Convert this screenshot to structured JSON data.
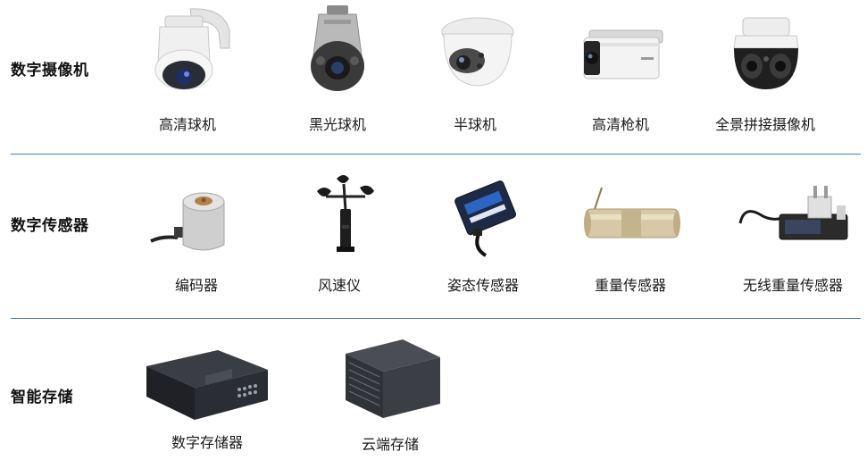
{
  "sections": [
    {
      "title": "数字摄像机",
      "items": [
        {
          "label": "高清球机",
          "icon": "dome-camera-icon"
        },
        {
          "label": "黑光球机",
          "icon": "ptz-camera-icon"
        },
        {
          "label": "半球机",
          "icon": "turret-camera-icon"
        },
        {
          "label": "高清枪机",
          "icon": "bullet-camera-icon"
        },
        {
          "label": "全景拼接摄像机",
          "icon": "panoramic-camera-icon"
        }
      ]
    },
    {
      "title": "数字传感器",
      "items": [
        {
          "label": "编码器",
          "icon": "encoder-icon"
        },
        {
          "label": "风速仪",
          "icon": "anemometer-icon"
        },
        {
          "label": "姿态传感器",
          "icon": "attitude-sensor-icon"
        },
        {
          "label": "重量传感器",
          "icon": "load-cell-icon"
        },
        {
          "label": "无线重量传感器",
          "icon": "wireless-load-sensor-icon"
        }
      ]
    },
    {
      "title": "智能存储",
      "items": [
        {
          "label": "数字存储器",
          "icon": "dvr-icon"
        },
        {
          "label": "云端存储",
          "icon": "cloud-storage-server-icon"
        }
      ]
    }
  ],
  "colors": {
    "divider": "#4a78c2",
    "title": "#111111",
    "label": "#1a1a1a"
  }
}
